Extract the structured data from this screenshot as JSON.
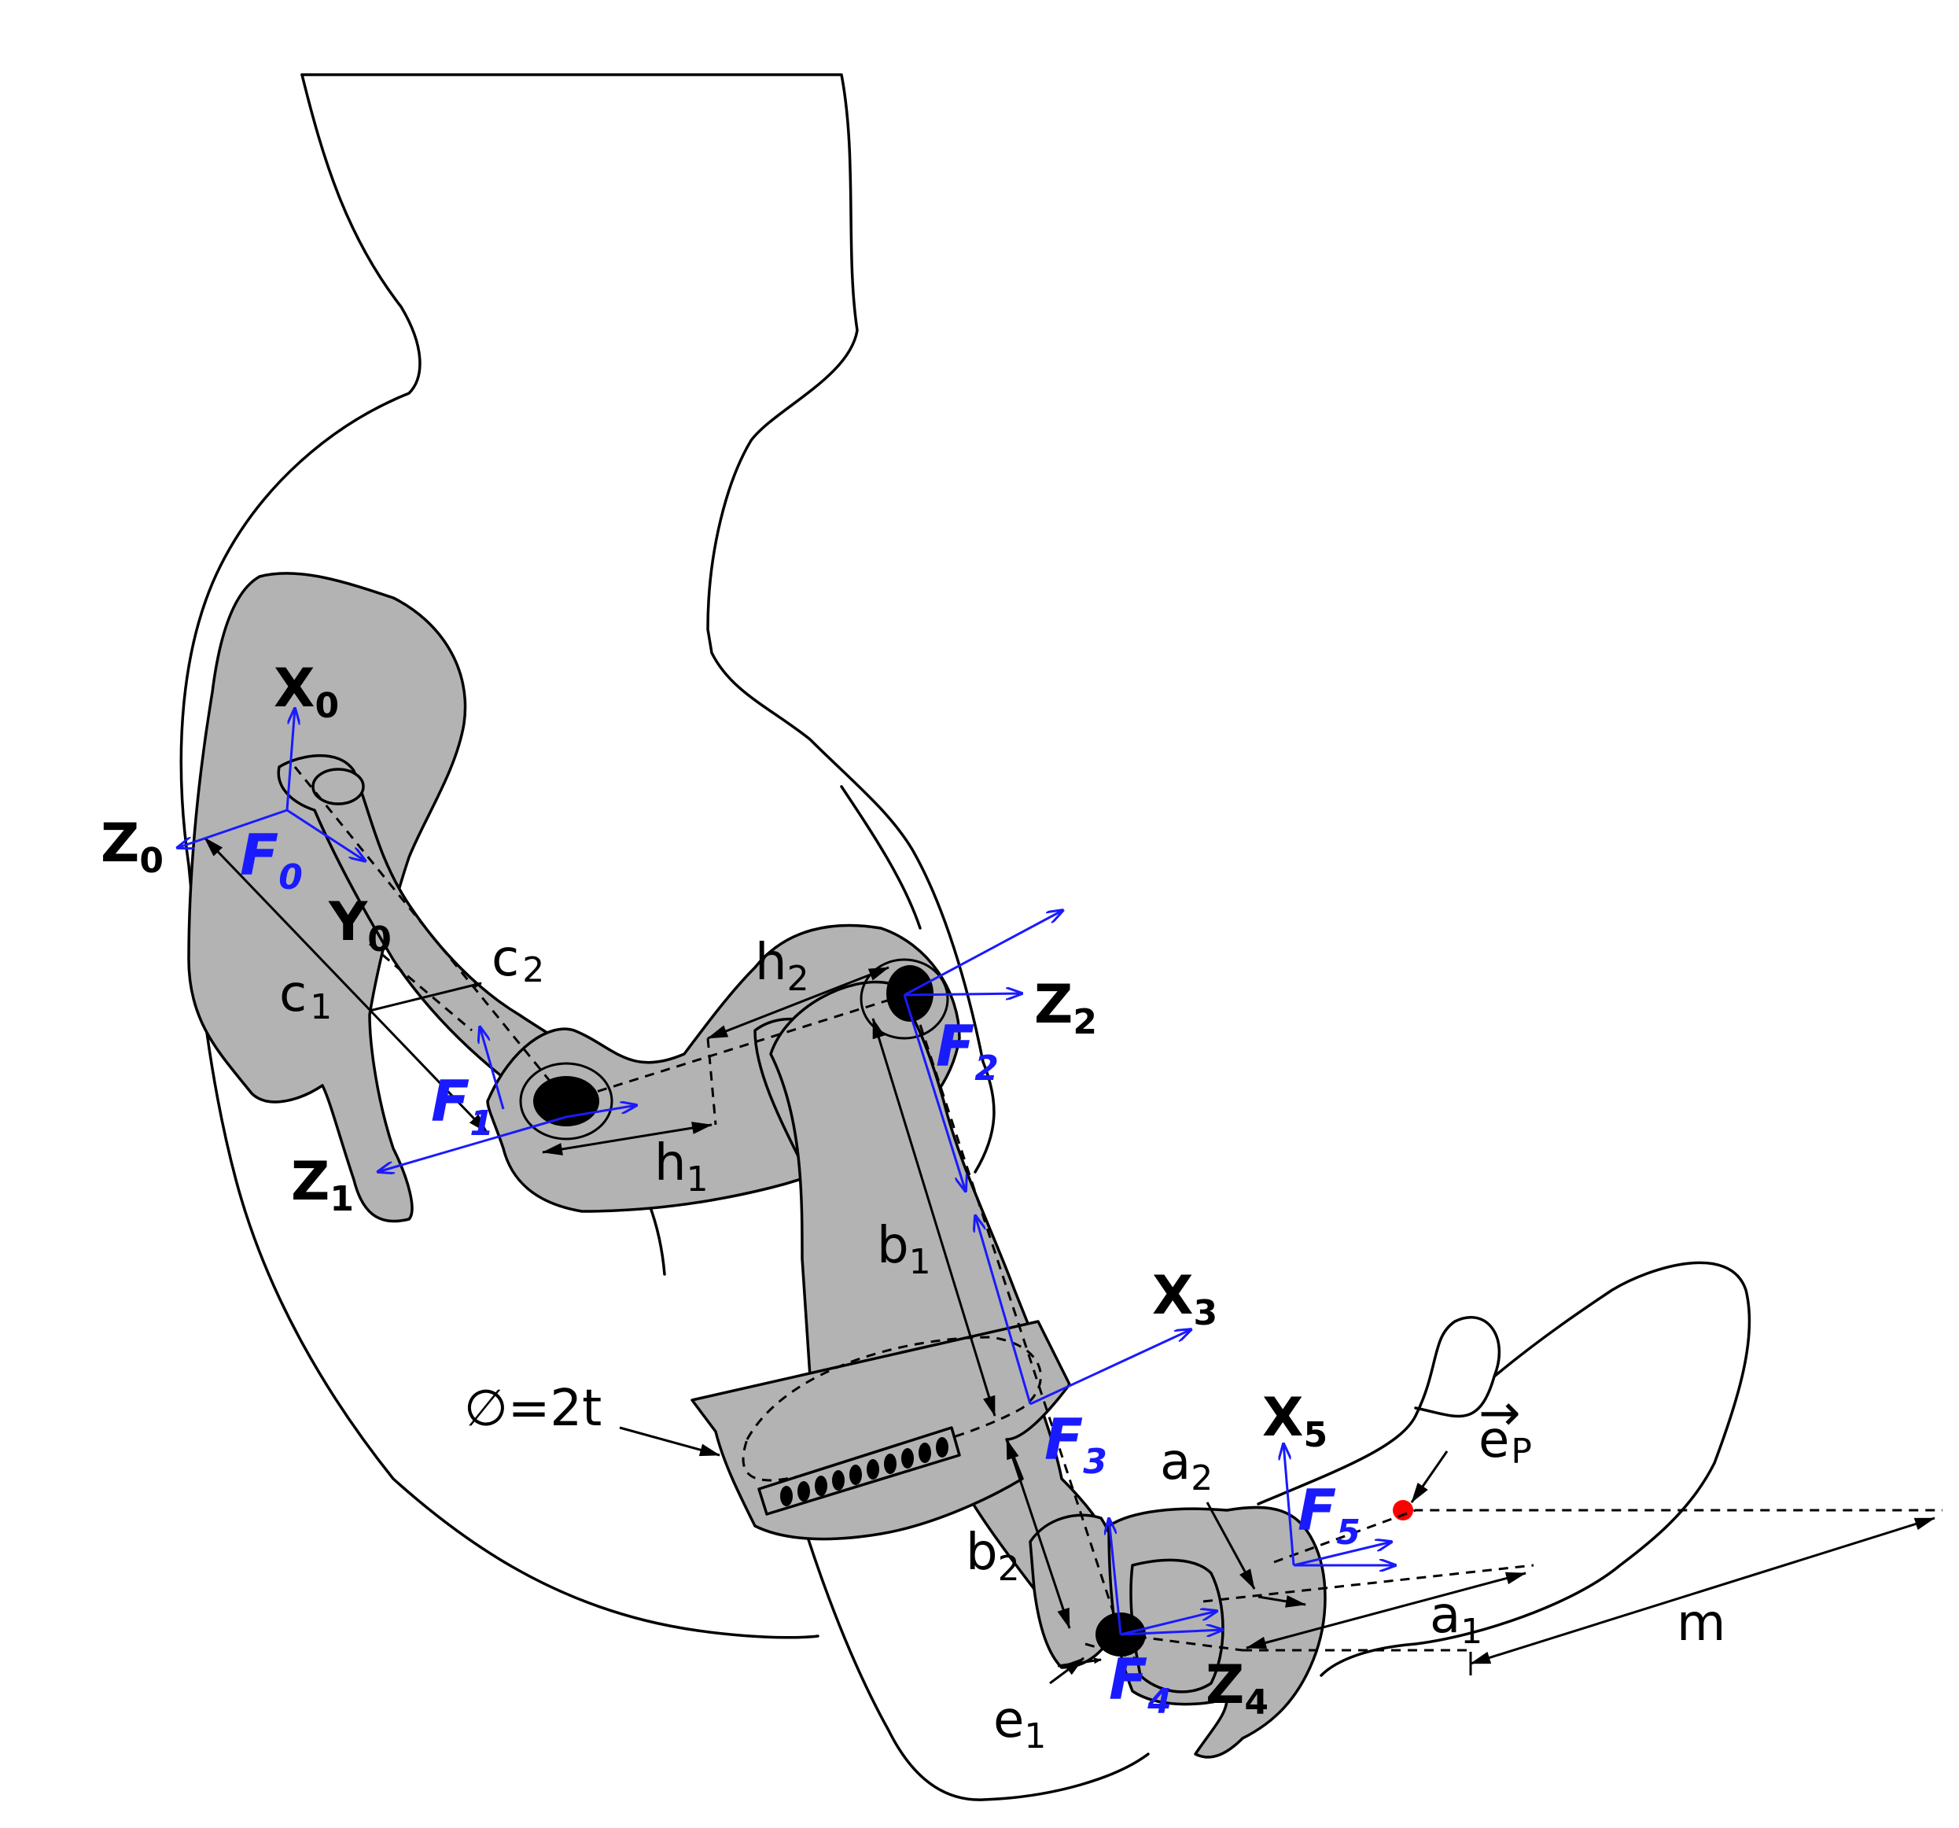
{
  "colors": {
    "frame_color": "#1a1aff",
    "part_fill": "#b3b3b3",
    "point_marker": "#ff0000"
  },
  "axes": {
    "x0": {
      "base": "X",
      "sub": "0"
    },
    "y0": {
      "base": "Y",
      "sub": "0"
    },
    "z0": {
      "base": "Z",
      "sub": "0"
    },
    "z1": {
      "base": "Z",
      "sub": "1"
    },
    "z2": {
      "base": "Z",
      "sub": "2"
    },
    "x3": {
      "base": "X",
      "sub": "3"
    },
    "z4": {
      "base": "Z",
      "sub": "4"
    },
    "x5": {
      "base": "X",
      "sub": "5"
    }
  },
  "frames": {
    "f0": {
      "base": "F",
      "sub": "0"
    },
    "f1": {
      "base": "F",
      "sub": "1"
    },
    "f2": {
      "base": "F",
      "sub": "2"
    },
    "f3": {
      "base": "F",
      "sub": "3"
    },
    "f4": {
      "base": "F",
      "sub": "4"
    },
    "f5": {
      "base": "F",
      "sub": "5"
    }
  },
  "dimensions": {
    "c1": {
      "base": "c",
      "sub": "1"
    },
    "c2": {
      "base": "c",
      "sub": "2"
    },
    "h1": {
      "base": "h",
      "sub": "1"
    },
    "h2": {
      "base": "h",
      "sub": "2"
    },
    "b1": {
      "base": "b",
      "sub": "1"
    },
    "b2": {
      "base": "b",
      "sub": "2"
    },
    "a1": {
      "base": "a",
      "sub": "1"
    },
    "a2": {
      "base": "a",
      "sub": "2"
    },
    "e1": {
      "base": "e",
      "sub": "1"
    },
    "m": "m",
    "diameter": "∅=2t",
    "ep": {
      "base": "e",
      "sub": "P",
      "arrow": "→"
    }
  }
}
